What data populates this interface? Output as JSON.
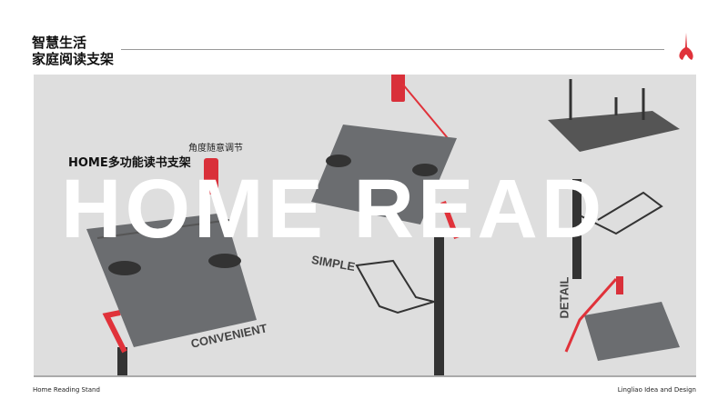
{
  "header": {
    "title_line1": "智慧生活",
    "title_line2": "家庭阅读支架",
    "logo": "red-flame-logo"
  },
  "panel": {
    "watermark": "HOME READ",
    "subtitle": "角度随意调节",
    "headline": "HOME多功能读书支架",
    "labels": {
      "simple": "SIMPLE",
      "convenient": "CONVENIENT",
      "detail": "DETAIL"
    }
  },
  "footer": {
    "left": "Home Reading Stand",
    "right": "Lingliao Idea and Design"
  },
  "colors": {
    "accent": "#e0323a",
    "panel": "#dedede",
    "product": "#6b6d70"
  }
}
